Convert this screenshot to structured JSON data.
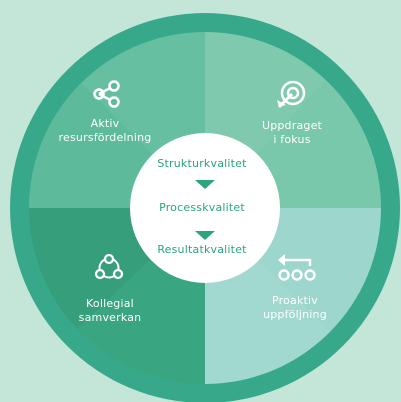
{
  "colors": {
    "page_background": "#c3e6d9",
    "outer_ring": "#37a98a",
    "quadrant_top_left": "#5dbb9c",
    "quadrant_top_right": "#79c8ab",
    "quadrant_bottom_left": "#3aa581",
    "quadrant_bottom_right": "#9cd6cc",
    "center_circle": "#ffffff",
    "center_text": "#2aa57c",
    "arrow": "#2aa57c"
  },
  "quadrants": [
    {
      "label": "Aktiv\nresursfördelning",
      "icon": "share-nodes-icon"
    },
    {
      "label": "Uppdraget\ni fokus",
      "icon": "target-icon"
    },
    {
      "label": "Kollegial\nsamverkan",
      "icon": "connected-people-icon"
    },
    {
      "label": "Proaktiv\nuppföljning",
      "icon": "loop-arrow-icon"
    }
  ],
  "center": {
    "items": [
      "Strukturkvalitet",
      "Processkvalitet",
      "Resultatkvalitet"
    ]
  }
}
